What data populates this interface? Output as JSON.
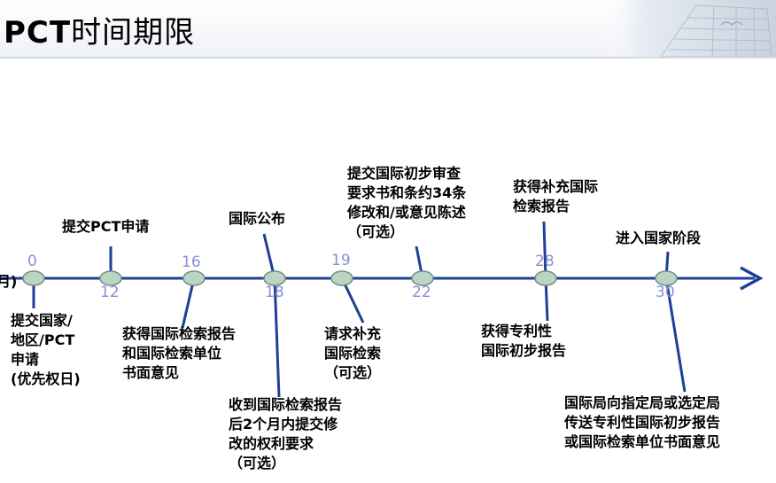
{
  "header": {
    "title_bold": "PCT",
    "title_rest": "时间期限"
  },
  "timeline": {
    "unit_label": "月)",
    "colors": {
      "line": "#1f3f98",
      "node_fill": "#bcd4c4",
      "node_stroke": "#6f8f7e",
      "month_text": "#8c8cd8"
    },
    "events": [
      {
        "month": "0",
        "lines": [
          "提交国家/",
          "地区/PCT",
          "申请",
          "(优先权日)"
        ]
      },
      {
        "month": "12",
        "lines": [
          "提交PCT申请"
        ]
      },
      {
        "month": "16",
        "lines": [
          "获得国际检索报告",
          "和国际检索单位",
          "书面意见"
        ]
      },
      {
        "month": "18",
        "lines": [
          "国际公布"
        ]
      },
      {
        "month": "18",
        "lines": [
          "收到国际检索报告",
          "后2个月内提交修",
          "改的权利要求",
          "（可选）"
        ]
      },
      {
        "month": "19",
        "lines": [
          "请求补充",
          "国际检索",
          "（可选）"
        ]
      },
      {
        "month": "22",
        "lines": [
          "提交国际初步审查",
          "要求书和条约34条",
          "修改和/或意见陈述",
          "（可选）"
        ]
      },
      {
        "month": "28",
        "lines": [
          "获得补充国际",
          "检索报告"
        ]
      },
      {
        "month": "28",
        "lines": [
          "获得专利性",
          "国际初步报告"
        ]
      },
      {
        "month": "30",
        "lines": [
          "进入国家阶段"
        ]
      },
      {
        "month": "30",
        "lines": [
          "国际局向指定局或选定局",
          "传送专利性国际初步报告",
          "或国际检索单位书面意见"
        ]
      }
    ]
  }
}
